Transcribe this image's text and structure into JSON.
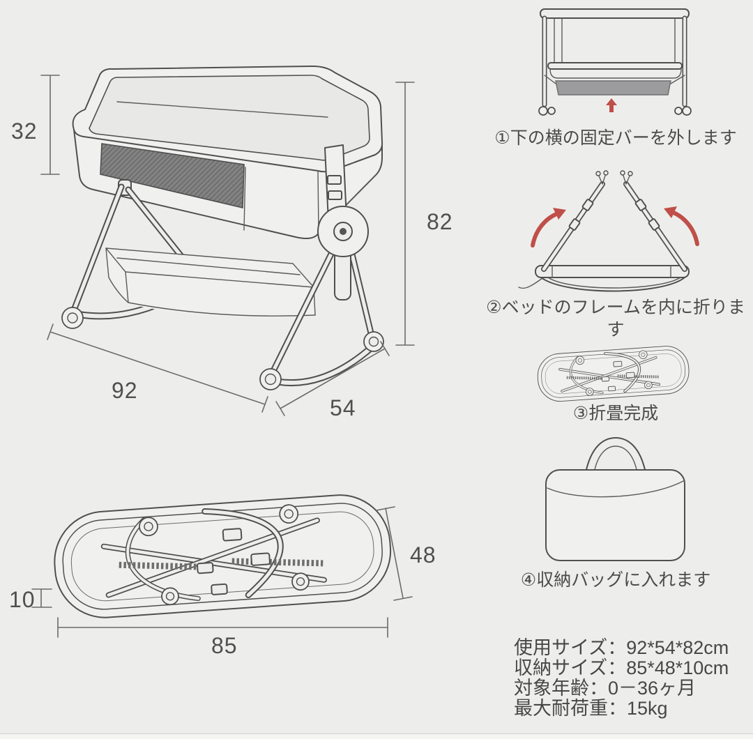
{
  "colors": {
    "background": "#edeeec",
    "line": "#4f4f4f",
    "mesh_fill": "#7d7d7d",
    "accent_red": "#bf4f48",
    "bar_gray": "#9c9c9e",
    "text": "#4a4a4a"
  },
  "main_view": {
    "dim_side_height": "32",
    "dim_total_height": "82",
    "dim_length": "92",
    "dim_depth": "54"
  },
  "folded_view": {
    "dim_thickness": "10",
    "dim_depth": "48",
    "dim_length": "85"
  },
  "steps": [
    {
      "label": "①下の横の固定バーを外します"
    },
    {
      "label": "②ベッドのフレームを内に折ります"
    },
    {
      "label": "③折畳完成"
    },
    {
      "label": "④収納バッグに入れます"
    }
  ],
  "specs": [
    "使用サイズ：92*54*82cm",
    "収納サイズ：85*48*10cm",
    "対象年齢：0－36ヶ月",
    "最大耐荷重：15kg"
  ]
}
